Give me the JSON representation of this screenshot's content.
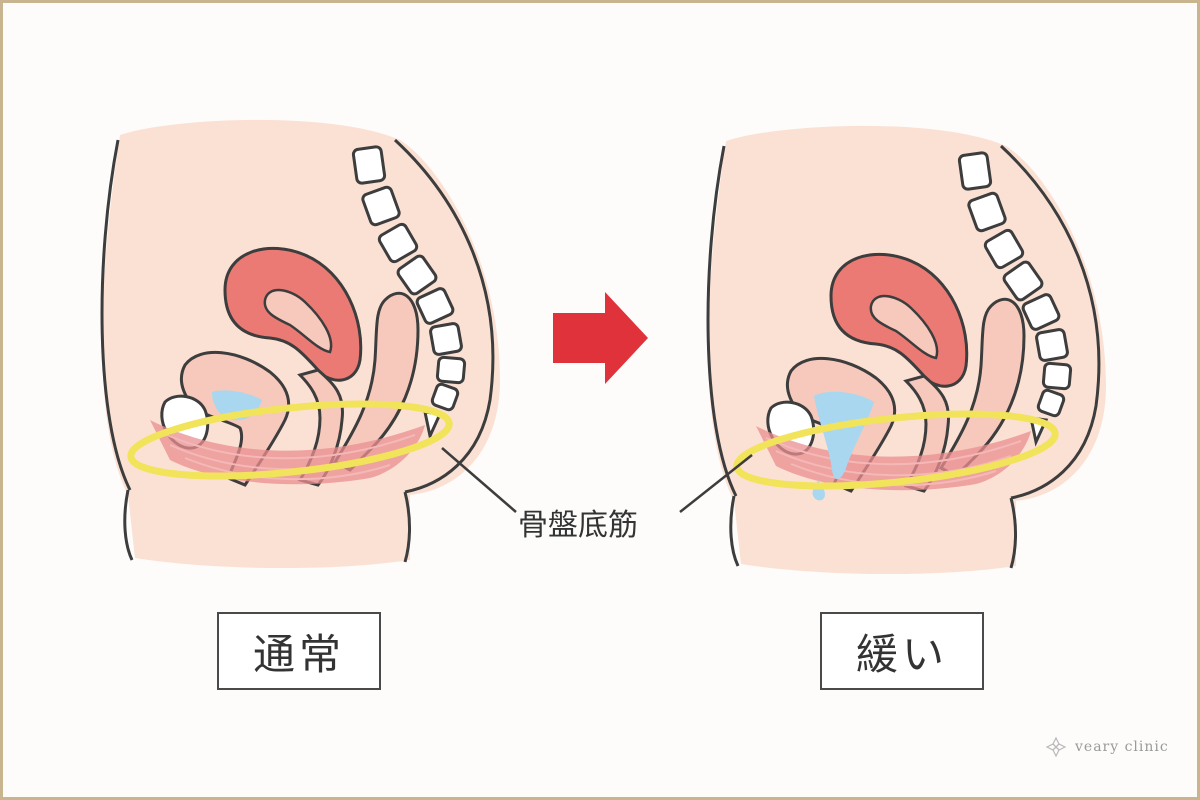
{
  "labels": {
    "normal": "通常",
    "loose": "緩い",
    "muscle": "骨盤底筋"
  },
  "brand": {
    "name": "veary clinic",
    "icon": "flower-logo-icon"
  },
  "colors": {
    "skin": "#fbe1d4",
    "outline": "#3d3d3d",
    "uterus": "#ec7a74",
    "organ": "#f6c9bc",
    "bladder_urine": "#a9d7ef",
    "highlight": "#f1e35a",
    "muscle": "#e98e90",
    "arrow": "#e0323a",
    "frame": "#c8b48f"
  },
  "icons": {
    "arrow": "right-arrow-icon"
  }
}
